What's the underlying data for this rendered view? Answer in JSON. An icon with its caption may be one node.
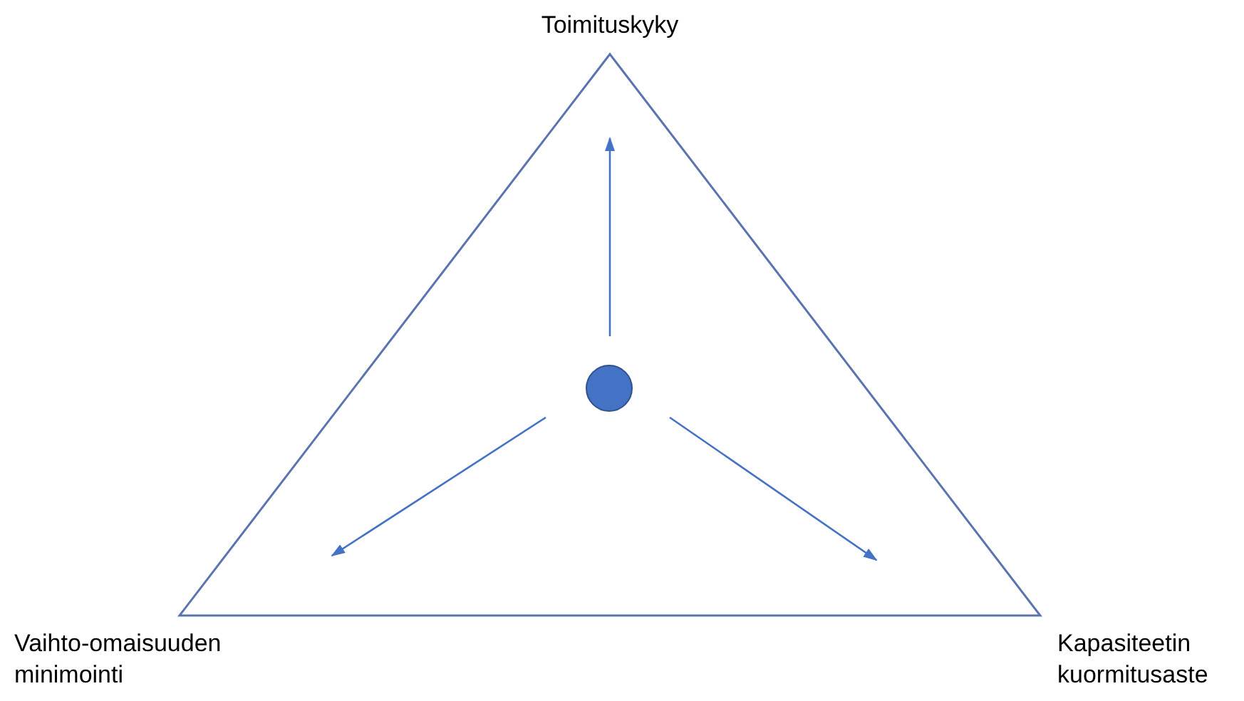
{
  "diagram": {
    "nodes": [
      {
        "text": [],
        "shape": "circle"
      }
    ],
    "labels": [
      "Toimituskyky",
      "Vaihto-omaisuuden minimointi",
      "Kapasiteetin kuormitusaste"
    ]
  }
}
